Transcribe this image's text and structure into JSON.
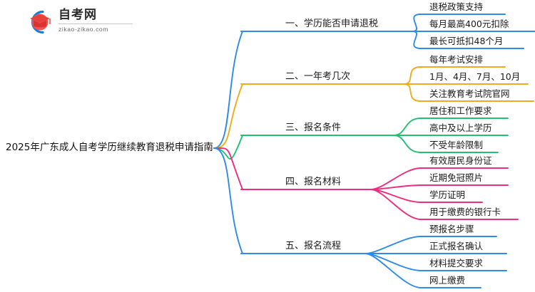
{
  "logo": {
    "name_cn": "自考网",
    "url": "zikao-zikao.com",
    "mark_icon": "graduation-cap-in-circle-icon",
    "arc_color": "#1a7fd4",
    "cap_color": "#e8413a"
  },
  "mindmap": {
    "root": {
      "label": "2025年广东成人自考学历继续教育退税申请指南"
    },
    "branches": [
      {
        "label": "一、学历能否申请退税",
        "color": "#2e8bea",
        "children": [
          {
            "label": "退税政策支持"
          },
          {
            "label": "每月最高400元扣除"
          },
          {
            "label": "最长可抵扣48个月"
          }
        ]
      },
      {
        "label": "二、一年考几次",
        "color": "#efab1b",
        "children": [
          {
            "label": "每年考试安排"
          },
          {
            "label": "1月、4月、7月、10月"
          },
          {
            "label": "关注教育考试院官网"
          }
        ]
      },
      {
        "label": "三、报名条件",
        "color": "#22c172",
        "children": [
          {
            "label": "居住和工作要求"
          },
          {
            "label": "高中及以上学历"
          },
          {
            "label": "不受年龄限制"
          }
        ]
      },
      {
        "label": "四、报名材料",
        "color": "#ef2d7e",
        "children": [
          {
            "label": "有效居民身份证"
          },
          {
            "label": "近期免冠照片"
          },
          {
            "label": "学历证明"
          },
          {
            "label": "用于缴费的银行卡"
          }
        ]
      },
      {
        "label": "五、报名流程",
        "color": "#2e8bea",
        "children": [
          {
            "label": "预报名步骤"
          },
          {
            "label": "正式报名确认"
          },
          {
            "label": "材料提交要求"
          },
          {
            "label": "网上缴费"
          }
        ]
      }
    ]
  }
}
